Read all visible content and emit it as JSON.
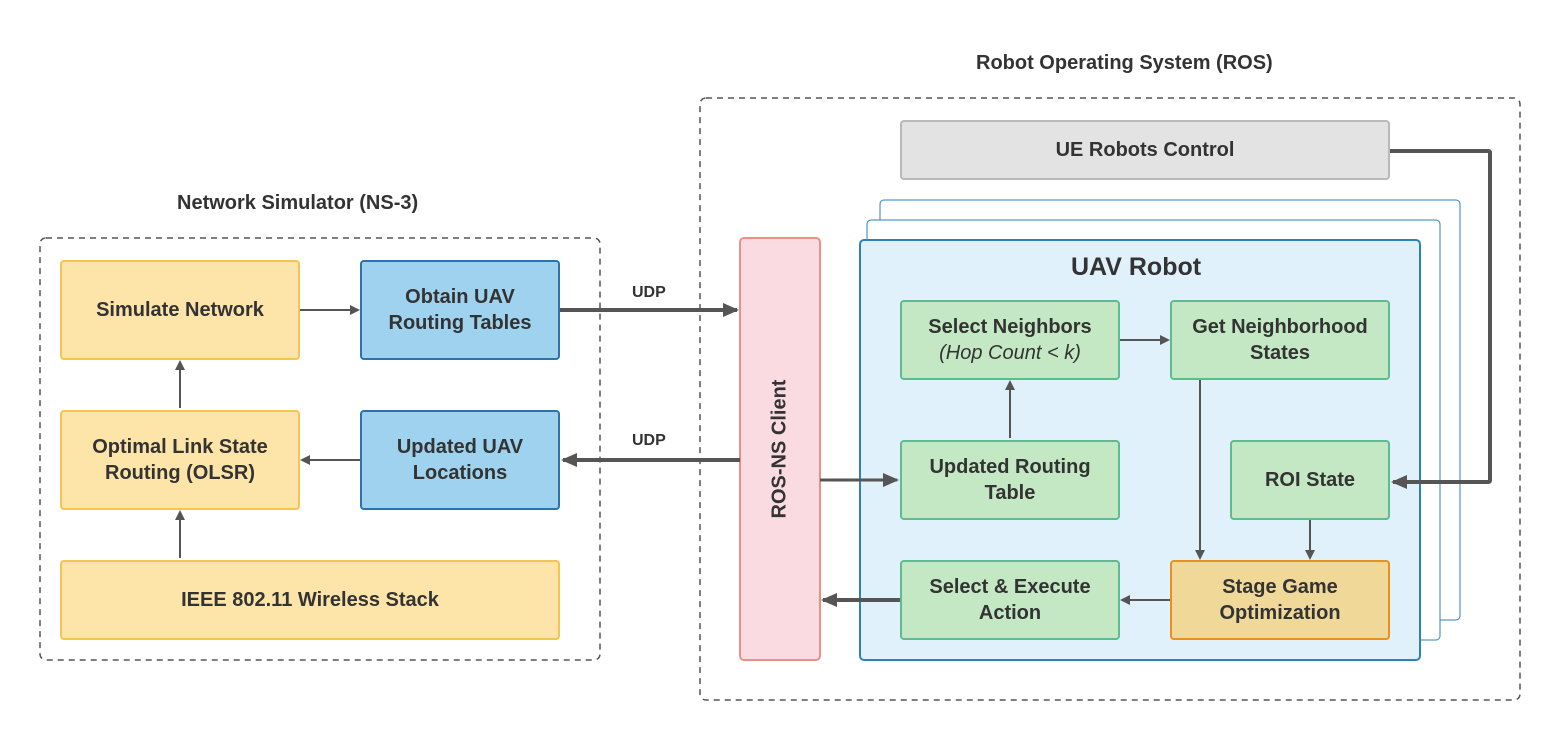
{
  "colors": {
    "yellow_fill": "#fde4a8",
    "yellow_border": "#f5c451",
    "blue_fill": "#9ed2ee",
    "blue_border": "#2e72ad",
    "green_fill": "#c4e8c4",
    "green_border": "#5dbb92",
    "orange_fill": "#f0d899",
    "orange_border": "#e8901c",
    "pink_fill": "#fadbe2",
    "pink_border": "#ee8f86",
    "uav_fill": "#e1f1fb",
    "uav_border": "#2d82b8",
    "gray_fill": "#e3e3e3",
    "gray_border": "#b9b9b9",
    "arrow": "#555555"
  },
  "ns3": {
    "title": "Network Simulator (NS-3)",
    "simulate_network": "Simulate Network",
    "obtain_routing": [
      "Obtain UAV",
      "Routing Tables"
    ],
    "olsr": [
      "Optimal Link State",
      "Routing (OLSR)"
    ],
    "updated_locations": [
      "Updated UAV",
      "Locations"
    ],
    "wireless_stack": "IEEE 802.11 Wireless Stack"
  },
  "links": {
    "udp_top": "UDP",
    "udp_bottom": "UDP"
  },
  "ros": {
    "title": "Robot Operating System (ROS)",
    "ue_control": "UE Robots Control",
    "client": "ROS-NS Client",
    "uav_title": "UAV Robot",
    "select_neighbors": "Select Neighbors",
    "select_neighbors_sub": "(Hop Count < k)",
    "get_neighborhood": [
      "Get Neighborhood",
      "States"
    ],
    "updated_routing": [
      "Updated Routing",
      "Table"
    ],
    "roi_state": "ROI State",
    "select_execute": [
      "Select & Execute",
      "Action"
    ],
    "stage_game": [
      "Stage Game",
      "Optimization"
    ]
  }
}
